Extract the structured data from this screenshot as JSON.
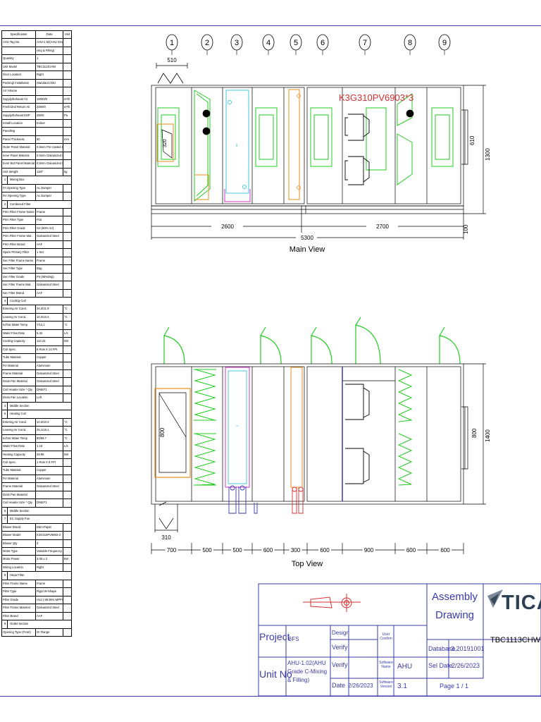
{
  "spec_table": {
    "header": [
      "Specification",
      "Data",
      "Unit"
    ],
    "rows": [
      [
        "AHU Tag No.",
        "AHU-1.02(AHU Grade C-Mi",
        ""
      ],
      [
        "",
        "xing & Filling)",
        ""
      ],
      [
        "Quantity",
        "1",
        ""
      ],
      [
        "Unit Model",
        "TBC1113CHW",
        ""
      ],
      [
        "Door Location",
        "Right",
        ""
      ],
      [
        "Packing/ Installation",
        "Standard,CBU",
        ""
      ],
      [
        "Air Volume",
        "",
        ""
      ],
      [
        "Supply/Exhaust Air",
        "10000/0",
        "m³/h"
      ],
      [
        "Fresh/2nd Return Air",
        "2000/0",
        "m³/h"
      ],
      [
        "Supply/Exhaust ESP",
        "250/0",
        "Pa"
      ],
      [
        "Install Location",
        "Indoor",
        ""
      ],
      [
        "Panelling",
        "",
        ""
      ],
      [
        "Panel Thickness",
        "50",
        "mm"
      ],
      [
        "Outer Panel Material",
        "0.5mm Pre-coated Steel",
        ""
      ],
      [
        "Inner Panel Material",
        "0.5mm Galvanized Steel",
        ""
      ],
      [
        "Inner Bot Panel Material",
        "0.5mm Galvanized Steel",
        ""
      ],
      [
        "Unit Weight",
        "1187",
        "kg"
      ],
      [
        "1|Mixing Box",
        "",
        ""
      ],
      [
        "FA Opening Type",
        "AL Damper",
        ""
      ],
      [
        "RA Opening Type",
        "AL Damper",
        ""
      ],
      [
        "2|Combined Filter",
        "",
        ""
      ],
      [
        "Prim Filter Frame Name",
        "Frame",
        ""
      ],
      [
        "Prim Filter Type",
        "Flat",
        ""
      ],
      [
        "Prim Filter Grade",
        "G4 (90% Arr)",
        ""
      ],
      [
        "Prim Filter Frame Mat.",
        "Galvanized Steel",
        ""
      ],
      [
        "Prim Filter Brand",
        "AAF",
        ""
      ],
      [
        "Spare Primary Filter",
        "1 Set",
        ""
      ],
      [
        "Sec Filter Frame Name",
        "Frame",
        ""
      ],
      [
        "Sec Filter Type",
        "Bag",
        ""
      ],
      [
        "Sec Filter Grade",
        "F9 (95%Dsp)",
        ""
      ],
      [
        "Sec Filter Frame Mat.",
        "Galvanized Steel",
        ""
      ],
      [
        "Sec Filter Brand",
        "AAF",
        ""
      ],
      [
        "3|Cooling Coil",
        "",
        ""
      ],
      [
        "Entering Air Cond.",
        "26.3/21.9",
        "°C"
      ],
      [
        "Leaving Air Cond.",
        "10.3/10.3",
        "°C"
      ],
      [
        "In/Out Water Temp",
        "7/12.1",
        "°C"
      ],
      [
        "Water Flow Rate",
        "5.32",
        "L/s"
      ],
      [
        "Cooling Capacity",
        "113.23",
        "kW"
      ],
      [
        "Coil Spec.",
        "8 Row X 14 FPI",
        ""
      ],
      [
        "Tube Material",
        "Copper",
        ""
      ],
      [
        "Fin Material",
        "Aluminium",
        ""
      ],
      [
        "Frame Material",
        "Galvanized Steel",
        ""
      ],
      [
        "Drain Pan Material",
        "Galvanized Steel",
        ""
      ],
      [
        "Coil Header Size * Qty",
        "DN50*1",
        ""
      ],
      [
        "Drain Pan Location",
        "Left",
        ""
      ],
      [
        "4|Middle Section",
        "",
        ""
      ],
      [
        "5|Heating Coil",
        "",
        ""
      ],
      [
        "Entering Air Cond.",
        "10.3/10.3",
        "°C"
      ],
      [
        "Leaving Air Cond.",
        "25.1/16.1",
        "°C"
      ],
      [
        "In/Out Water Temp",
        "80/69.7",
        "°C"
      ],
      [
        "Water Flow Rate",
        "1.16",
        "L/s"
      ],
      [
        "Heating Capacity",
        "49.95",
        "kW"
      ],
      [
        "Coil Spec.",
        "1 Row X 8 FPI",
        ""
      ],
      [
        "Tube Material",
        "Copper",
        ""
      ],
      [
        "Fin Material",
        "Aluminium",
        ""
      ],
      [
        "Frame Material",
        "Galvanized Steel",
        ""
      ],
      [
        "Drain Pan Material",
        "",
        ""
      ],
      [
        "Coil Header Size * Qty",
        "DN50*1",
        ""
      ],
      [
        "6|Middle Section",
        "",
        ""
      ],
      [
        "7|EC Supply Fan",
        "",
        ""
      ],
      [
        "Blower Brand",
        "Ebm-Papst",
        ""
      ],
      [
        "Blower Model",
        "K3G310PV6903-3",
        ""
      ],
      [
        "Blower Qty",
        "3",
        ""
      ],
      [
        "Motor Type",
        "Variable Frequency",
        ""
      ],
      [
        "Motor Power",
        "3.05 x 3",
        "kW"
      ],
      [
        "Wiring Location",
        "Right",
        ""
      ],
      [
        "8|Hepa Filter",
        "",
        ""
      ],
      [
        "Filter Frame Name",
        "Frame",
        ""
      ],
      [
        "Filter Type",
        "Rigid W-Shape",
        ""
      ],
      [
        "Filter Grade",
        "H13 ( 99.95% MPPS )",
        ""
      ],
      [
        "Filter Frame Material",
        "Galvanized Steel",
        ""
      ],
      [
        "Filter Brand",
        "AAF",
        ""
      ],
      [
        "9|Outlet Section",
        "",
        ""
      ],
      [
        "Opening Type (Front)",
        "GI Flange",
        ""
      ]
    ]
  },
  "main_view": {
    "section_numbers": [
      "1",
      "2",
      "3",
      "4",
      "5",
      "6",
      "7",
      "8",
      "9"
    ],
    "dim_top": "510",
    "damper_dim": "320",
    "fan_label": "K3G310PV6903*3",
    "dim_610": "610",
    "dim_1300": "1300",
    "dim_100": "100",
    "dim_left": "2600",
    "dim_right": "2700",
    "dim_total": "5300",
    "caption": "Main View"
  },
  "top_view": {
    "dim_800_left": "800",
    "dim_800_right": "800",
    "dim_1400": "1400",
    "dim_310": "310",
    "bottom_dims": [
      "700",
      "500",
      "500",
      "600",
      "300",
      "600",
      "900",
      "600",
      "600"
    ],
    "caption": "Top View"
  },
  "title_block": {
    "assembly_line1": "Assembly",
    "assembly_line2": "Drawing",
    "logo": "TICA",
    "model": "TBC1113CHW",
    "project_label": "Project",
    "project_value": "BFS",
    "unit_no_label": "Unit No",
    "unit_no_value": "AHU-1.02(AHU Grade C-Mixing & Filling)",
    "design_label": "Design",
    "verify_label_1": "Verify",
    "verify_label_2": "Verify",
    "date_label": "Date",
    "date_value": "2/26/2023",
    "user_confirm_label": "User Confirm",
    "software_name_label": "Software Name",
    "software_name_value": "AHU",
    "software_version_label": "Software Version",
    "software_version_value": "3.1",
    "database_label": "Database",
    "database_value": "3.20191001",
    "sel_date_label": "Sel Date",
    "sel_date_value": "2/26/2023",
    "page": "Page 1 / 1"
  },
  "colors": {
    "green": "#22cc22",
    "cyan": "#44c8dc",
    "magenta": "#cc33cc",
    "orange": "#e8901a",
    "red": "#d43030",
    "blue": "#3a3aa8"
  }
}
